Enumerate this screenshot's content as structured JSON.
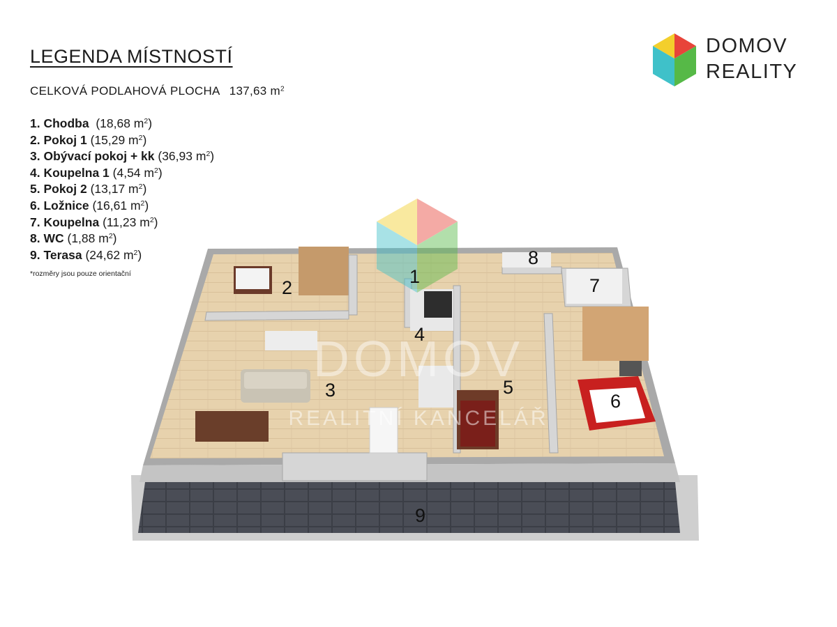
{
  "legend": {
    "title": "LEGENDA MÍSTNOSTÍ",
    "total_label": "CELKOVÁ PODLAHOVÁ PLOCHA",
    "total_value": "137,63 m",
    "rooms": [
      {
        "name": "1. Chodba",
        "area": "(18,68 m"
      },
      {
        "name": "2. Pokoj 1",
        "area": "(15,29 m"
      },
      {
        "name": "3. Obývací pokoj + kk",
        "area": "(36,93 m"
      },
      {
        "name": "4. Koupelna 1",
        "area": "(4,54 m"
      },
      {
        "name": "5. Pokoj 2",
        "area": "(13,17 m"
      },
      {
        "name": "6. Ložnice",
        "area": "(16,61 m"
      },
      {
        "name": "7. Koupelna",
        "area": "(11,23 m"
      },
      {
        "name": "8. WC",
        "area": "(1,88 m"
      },
      {
        "name": "9. Terasa",
        "area": "(24,62  m"
      }
    ],
    "note": "*rozměry jsou pouze orientační"
  },
  "logo": {
    "line1": "DOMOV",
    "line2": "REALITY"
  },
  "watermark": {
    "line1": "DOMOV",
    "line2": "REALITNÍ KANCELÁŘ"
  },
  "room_labels": [
    "1",
    "2",
    "3",
    "4",
    "5",
    "6",
    "7",
    "8",
    "9"
  ],
  "colors": {
    "logo_yellow": "#f3cf2c",
    "logo_red": "#e8443a",
    "logo_teal": "#3fc1c9",
    "logo_green": "#56b947",
    "floor_wood": "#e7d2ad",
    "wall": "#bfbfbf",
    "terrace_tile": "#3b3e46",
    "bed_red": "#c8201f"
  }
}
